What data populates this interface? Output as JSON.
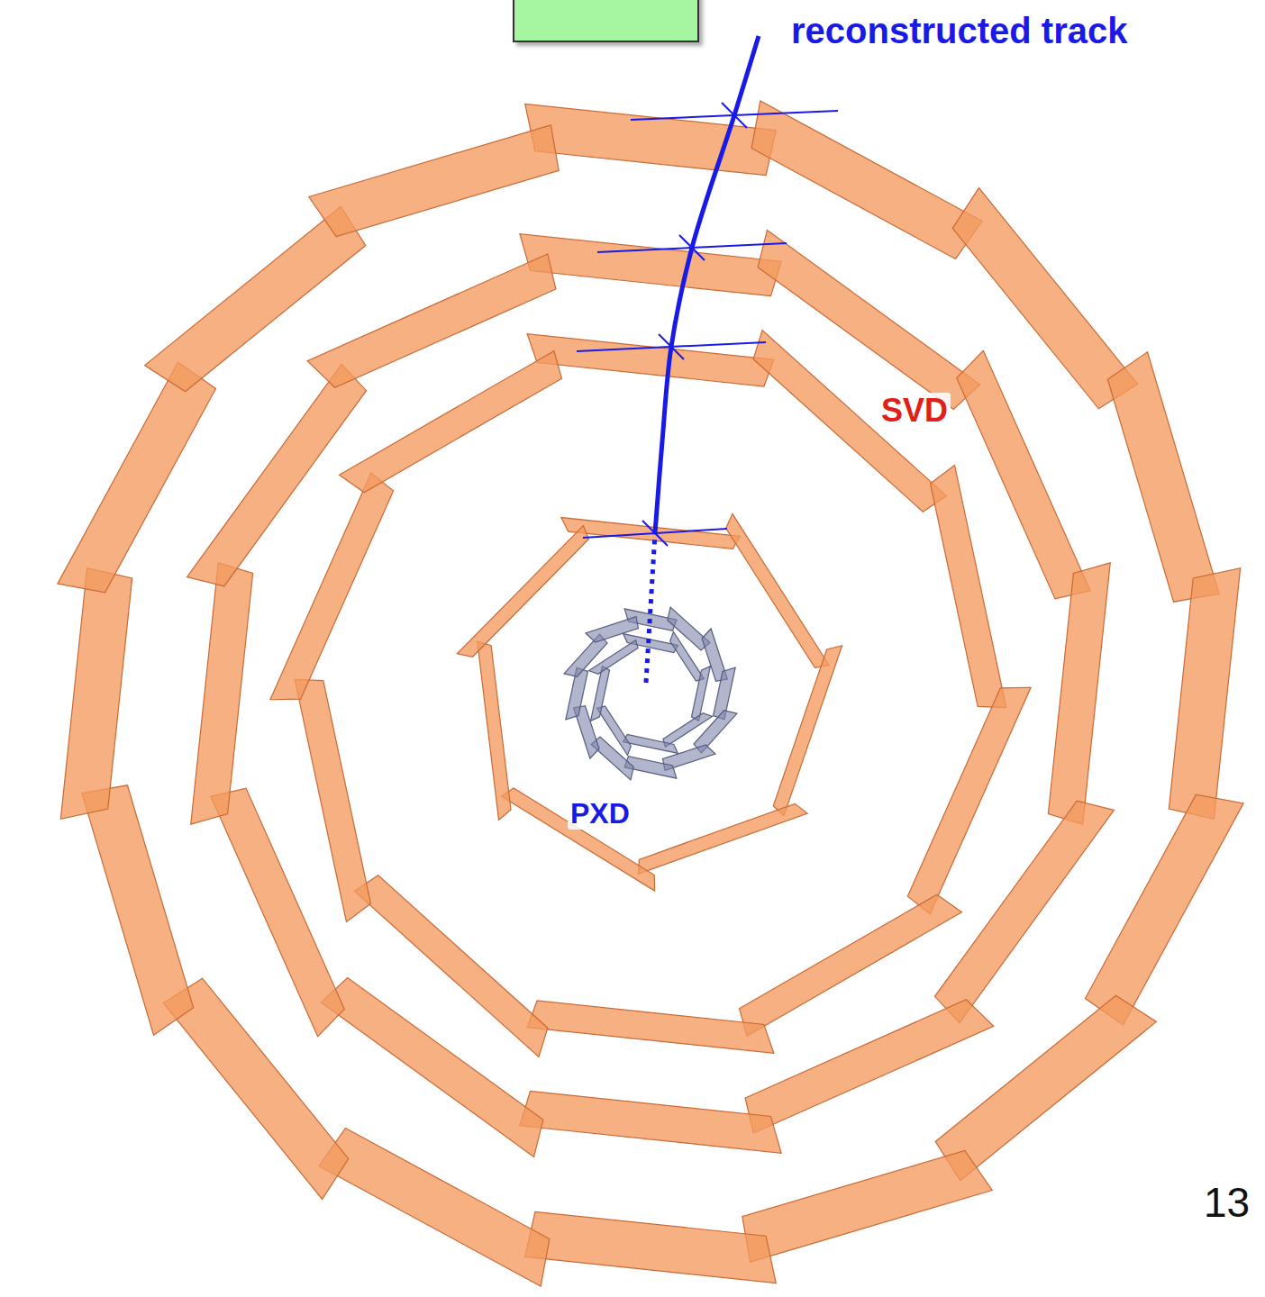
{
  "diagram": {
    "labels": [
      "reconstructed track",
      "SVD",
      "PXD",
      "13"
    ]
  }
}
